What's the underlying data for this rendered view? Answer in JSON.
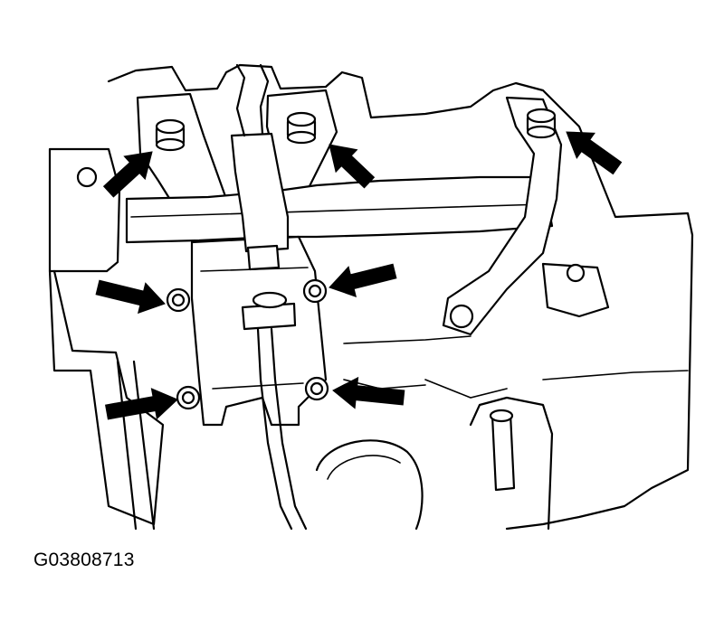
{
  "figure": {
    "code": "G03808713"
  },
  "colors": {
    "line": "#000000",
    "background": "#ffffff"
  },
  "callouts": [
    {
      "name": "bolt-arrow-top-left"
    },
    {
      "name": "bolt-arrow-top-center"
    },
    {
      "name": "bolt-arrow-top-right"
    },
    {
      "name": "bolt-arrow-mid-left"
    },
    {
      "name": "bolt-arrow-mid-right"
    },
    {
      "name": "bolt-arrow-lower-left"
    },
    {
      "name": "bolt-arrow-lower-right"
    }
  ]
}
